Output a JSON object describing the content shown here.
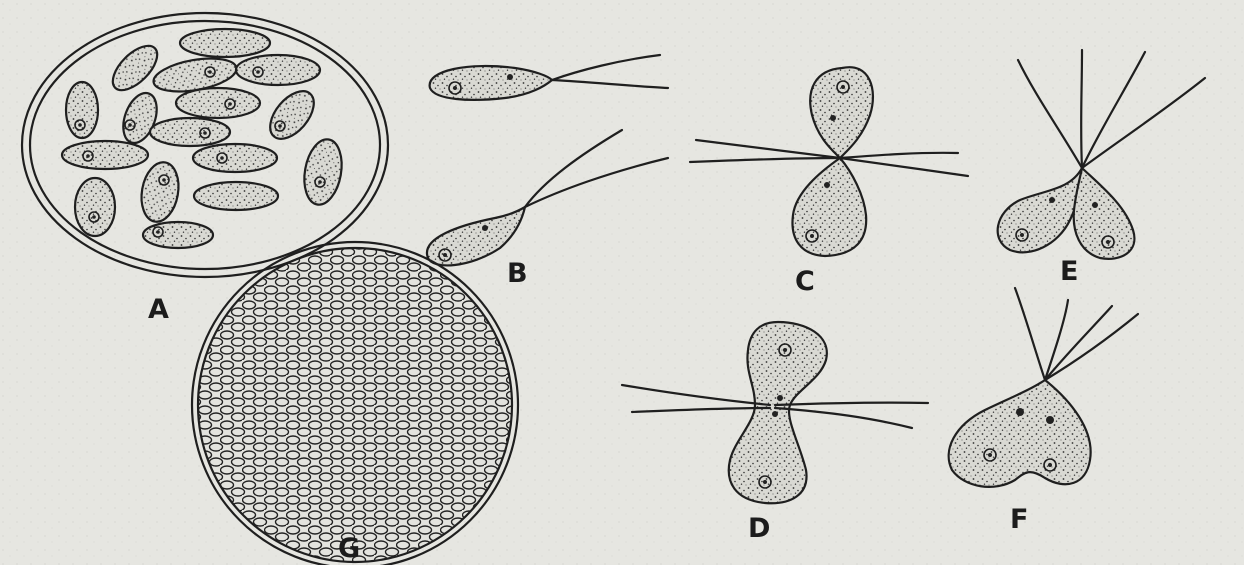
{
  "figure": {
    "panels": [
      {
        "id": "A",
        "label": "A"
      },
      {
        "id": "B",
        "label": "B"
      },
      {
        "id": "C",
        "label": "C"
      },
      {
        "id": "D",
        "label": "D"
      },
      {
        "id": "E",
        "label": "E"
      },
      {
        "id": "F",
        "label": "F"
      },
      {
        "id": "G",
        "label": "G"
      }
    ]
  },
  "colors": {
    "background": "#e9e9e4",
    "ink": "#1f1f1f"
  }
}
